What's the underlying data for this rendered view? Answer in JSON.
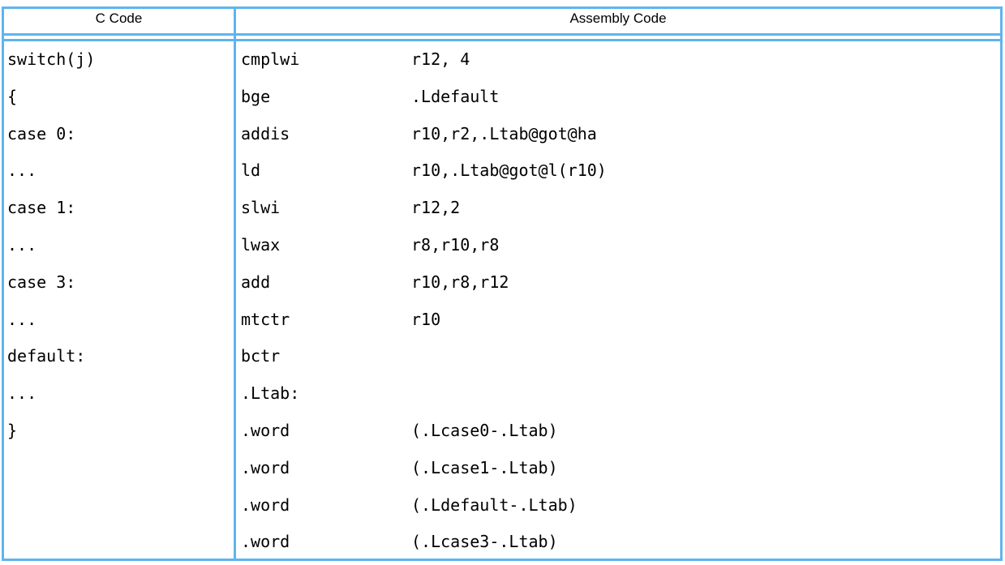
{
  "page": {
    "background_color": "#ffffff",
    "text_color": "#000000"
  },
  "table": {
    "border_color": "#5fb4ee",
    "header": {
      "c_column_label": "C Code",
      "assembly_column_label": "Assembly Code"
    },
    "c_code_lines": [
      "switch(j)",
      "{",
      "case 0:",
      "...",
      "case 1:",
      "...",
      "case 3:",
      "...",
      "default:",
      "...",
      "}"
    ],
    "assembly_lines": [
      {
        "mnemonic": "cmplwi",
        "operands": "r12, 4"
      },
      {
        "mnemonic": "bge",
        "operands": ".Ldefault"
      },
      {
        "mnemonic": "addis",
        "operands": "r10,r2,.Ltab@got@ha"
      },
      {
        "mnemonic": "ld",
        "operands": "r10,.Ltab@got@l(r10)"
      },
      {
        "mnemonic": "slwi",
        "operands": "r12,2"
      },
      {
        "mnemonic": "lwax",
        "operands": "r8,r10,r8"
      },
      {
        "mnemonic": "add",
        "operands": "r10,r8,r12"
      },
      {
        "mnemonic": "mtctr",
        "operands": "r10"
      },
      {
        "mnemonic": "bctr",
        "operands": ""
      },
      {
        "mnemonic": ".Ltab:",
        "operands": ""
      },
      {
        "mnemonic": ".word",
        "operands": "(.Lcase0-.Ltab)"
      },
      {
        "mnemonic": ".word",
        "operands": "(.Lcase1-.Ltab)"
      },
      {
        "mnemonic": ".word",
        "operands": "(.Ldefault-.Ltab)"
      },
      {
        "mnemonic": ".word",
        "operands": "(.Lcase3-.Ltab)"
      }
    ]
  }
}
